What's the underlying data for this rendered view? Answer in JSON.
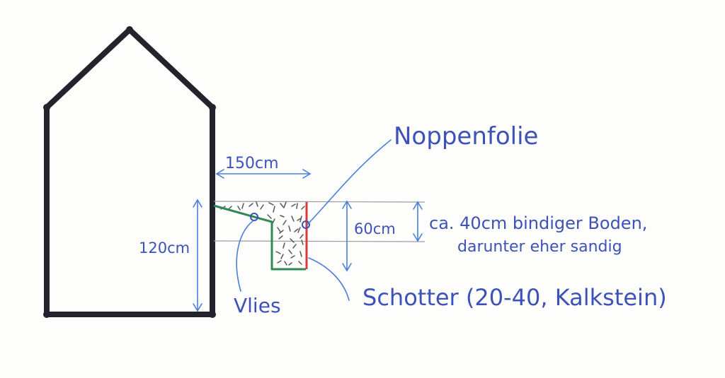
{
  "labels": {
    "foil": "Noppenfolie",
    "width": "150cm",
    "height": "120cm",
    "depth": "60cm",
    "soil_line1": "ca. 40cm bindiger Boden,",
    "soil_line2": "darunter eher sandig",
    "fleece": "Vlies",
    "gravel": "Schotter (20-40, Kalkstein)"
  },
  "colors": {
    "house": "#23232e",
    "ink": "#3d52b8",
    "dimension_lines": "#4a7fd8",
    "ground_lines": "#9a9aa0",
    "fleece_line": "#2e8a55",
    "foil_line": "#d63a3a",
    "gravel": "#55555c"
  }
}
